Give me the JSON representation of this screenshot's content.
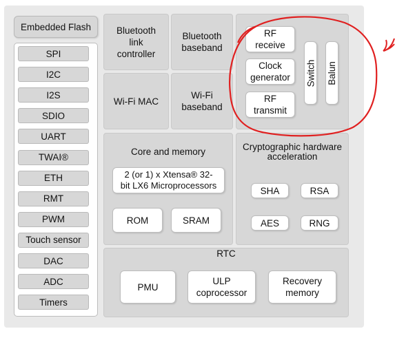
{
  "embedded_flash": "Embedded Flash",
  "peripherals": [
    "SPI",
    "I2C",
    "I2S",
    "SDIO",
    "UART",
    "TWAI®",
    "ETH",
    "RMT",
    "PWM",
    "Touch sensor",
    "DAC",
    "ADC",
    "Timers"
  ],
  "bluetooth_link_controller": "Bluetooth\nlink\ncontroller",
  "bluetooth_baseband": "Bluetooth\nbaseband",
  "wifi_mac": "Wi-Fi MAC",
  "wifi_baseband": "Wi-Fi\nbaseband",
  "rf": {
    "receive": "RF\nreceive",
    "clock_generator": "Clock\ngenerator",
    "transmit": "RF\ntransmit",
    "switch": "Switch",
    "balun": "Balun"
  },
  "core": {
    "title": "Core and memory",
    "cpu": "2 (or 1) x Xtensa® 32-\nbit LX6 Microprocessors",
    "rom": "ROM",
    "sram": "SRAM"
  },
  "crypto": {
    "title": "Cryptographic hardware\nacceleration",
    "sha": "SHA",
    "rsa": "RSA",
    "aes": "AES",
    "rng": "RNG"
  },
  "rtc": {
    "title": "RTC",
    "pmu": "PMU",
    "ulp": "ULP\ncoprocessor",
    "recovery": "Recovery\nmemory"
  },
  "annotation_color": "#e02020"
}
